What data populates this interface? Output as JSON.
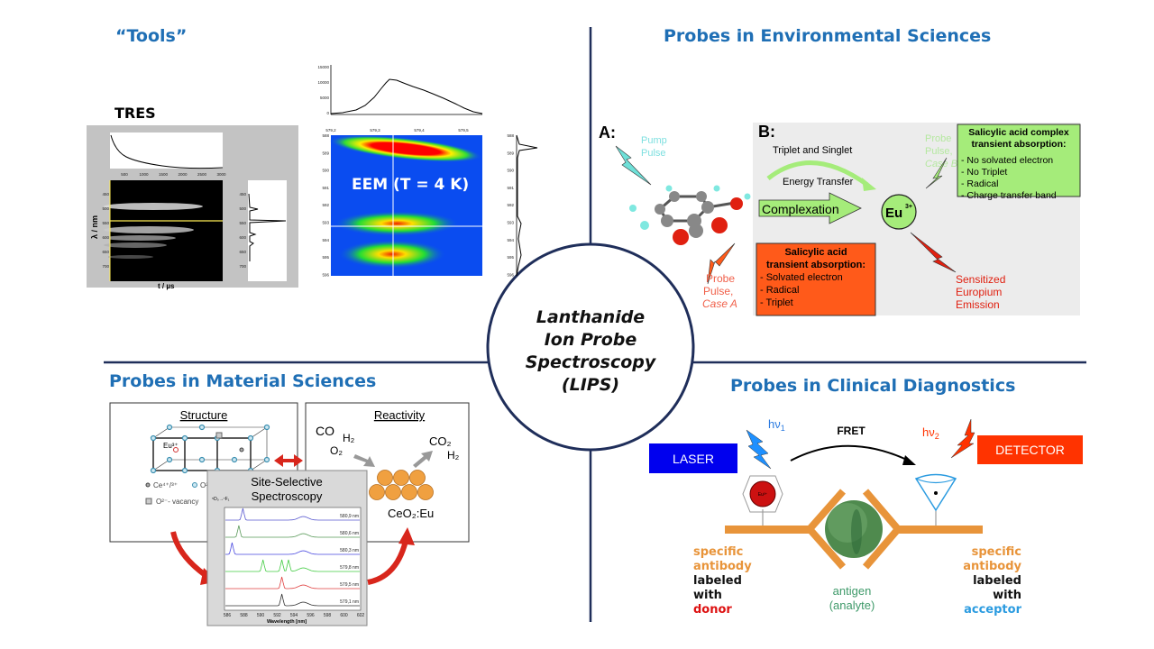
{
  "center": {
    "lines": [
      "Lanthanide",
      "Ion Probe",
      "Spectroscopy",
      "(LIPS)"
    ]
  },
  "colors": {
    "title": "#1f6fb5",
    "divider": "#1f2e5a",
    "laser": "#0000ee",
    "detector": "#ff3300",
    "antibody": "#e8943a",
    "donor": "#dd1111",
    "acceptor": "#2b9be0",
    "antigen": "#3f9a6a"
  },
  "tools": {
    "title": "“Tools”",
    "tres": {
      "label": "TRES",
      "x_ticks": [
        "500",
        "1000",
        "1500",
        "2000",
        "2500",
        "3000"
      ],
      "y_ticks": [
        "450",
        "500",
        "550",
        "600",
        "650",
        "700"
      ],
      "xlabel": "t / µs",
      "ylabel": "λ / nm"
    },
    "eem": {
      "label": "EEM (T = 4 K)",
      "hist_ticks": [
        "15000",
        "10000",
        "5000",
        "0"
      ],
      "x_ticks": [
        "579,2",
        "579,3",
        "579,4",
        "579,5"
      ],
      "y_ticks": [
        "588",
        "589",
        "590",
        "591",
        "592",
        "593",
        "594",
        "595",
        "596"
      ]
    }
  },
  "environmental": {
    "title": "Probes in Environmental Sciences",
    "panel_a": "A:",
    "panel_b": "B:",
    "pump_pulse": [
      "Pump",
      "Pulse"
    ],
    "probe_a": [
      "Probe",
      "Pulse,",
      "Case A"
    ],
    "probe_b": [
      "Probe",
      "Pulse,",
      "Case B"
    ],
    "energy_transfer": [
      "Triplet and Singlet",
      "Energy Transfer"
    ],
    "complexation": "Complexation",
    "eu": "Eu",
    "eu_charge": "3+",
    "box_a": {
      "title": [
        "Salicylic acid",
        "transient absorption:"
      ],
      "items": [
        "- Solvated electron",
        "- Radical",
        "- Triplet"
      ]
    },
    "box_b": {
      "title": [
        "Salicylic acid complex",
        "transient absorption:"
      ],
      "items": [
        "- No solvated electron",
        "- No Triplet",
        "- Radical",
        "- Charge transfer band"
      ]
    },
    "emission": [
      "Sensitized",
      "Europium",
      "Emission"
    ]
  },
  "material": {
    "title": "Probes in Material Sciences",
    "structure": "Structure",
    "reactivity": "Reactivity",
    "legend": [
      "Ce⁴⁺/³⁺",
      "O²⁻",
      "O²⁻- vacancy"
    ],
    "eu_label": "Eu³⁺",
    "reactants": [
      "CO",
      "H₂",
      "O₂"
    ],
    "products": [
      "CO₂",
      "H₂"
    ],
    "catalyst": "CeO₂:Eu",
    "sss_title": [
      "Site-Selective",
      "Spectroscopy"
    ],
    "transition": "⁵D₀→⁷F₁",
    "spectra": [
      "580,9 nm",
      "580,6 nm",
      "580,3 nm",
      "579,8 nm",
      "579,5 nm",
      "579,1 nm"
    ],
    "x_ticks": [
      "586",
      "588",
      "590",
      "592",
      "594",
      "596",
      "598",
      "600",
      "602"
    ],
    "xlabel": "Wavelength [nm]"
  },
  "clinical": {
    "title": "Probes in Clinical Diagnostics",
    "laser": "LASER",
    "detector": "DETECTOR",
    "fret": "FRET",
    "hv1": "hν",
    "hv1_sub": "1",
    "hv2": "hν",
    "hv2_sub": "2",
    "left_label": {
      "a": "specific",
      "b": "antibody",
      "c": "labeled",
      "d": "with",
      "e": "donor"
    },
    "right_label": {
      "a": "specific",
      "b": "antibody",
      "c": "labeled",
      "d": "with",
      "e": "acceptor"
    },
    "antigen": [
      "antigen",
      "(analyte)"
    ],
    "eu_small": "Eu³⁺"
  }
}
